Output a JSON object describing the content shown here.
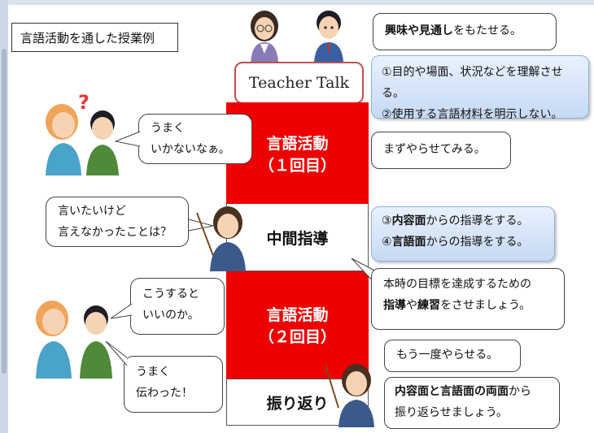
{
  "title": "言語活動を通した授業例",
  "teacher_talk": "Teacher Talk",
  "top_note": {
    "bold": "興味や見通し",
    "rest": "をもたせる。"
  },
  "blue_note_1": {
    "line1": "①目的や場面、状況などを理解させる。",
    "line2": "②使用する言語材料を明示しない。"
  },
  "stage1": {
    "line1": "言語活動",
    "line2": "（１回目）"
  },
  "stage1_note": "まずやらせてみる。",
  "bubble1": {
    "line1": "うまく",
    "line2": "いかないなぁ。"
  },
  "stage2": "中間指導",
  "bubble2": {
    "line1": "言いたいけど",
    "line2": "言えなかったことは？"
  },
  "blue_note_2": {
    "line1_prefix": "③",
    "line1_bold": "内容面",
    "line1_rest": "からの指導をする。",
    "line2_prefix": "④",
    "line2_bold": "言語面",
    "line2_rest": "からの指導をする。"
  },
  "stage2_note": {
    "line1": "本時の目標を達成するための",
    "line2_bold1": "指導",
    "line2_mid": "や",
    "line2_bold2": "練習",
    "line2_rest": "をさせましょう。"
  },
  "stage3": {
    "line1": "言語活動",
    "line2": "（２回目）"
  },
  "bubble3": {
    "line1": "こうすると",
    "line2": "いいのか。"
  },
  "stage3_note": "もう一度やらせる。",
  "bubble4": {
    "line1": "うまく",
    "line2": "伝わった！"
  },
  "stage4": "振り返り",
  "stage4_note": {
    "line1_bold": "内容面と言語面の両面",
    "line1_rest": "から",
    "line2": "振り返らせましょう。"
  },
  "colors": {
    "stage_red": "#ee0000",
    "teacher_talk_border": "#c0504d",
    "blue_note": "#c6d9f4"
  }
}
